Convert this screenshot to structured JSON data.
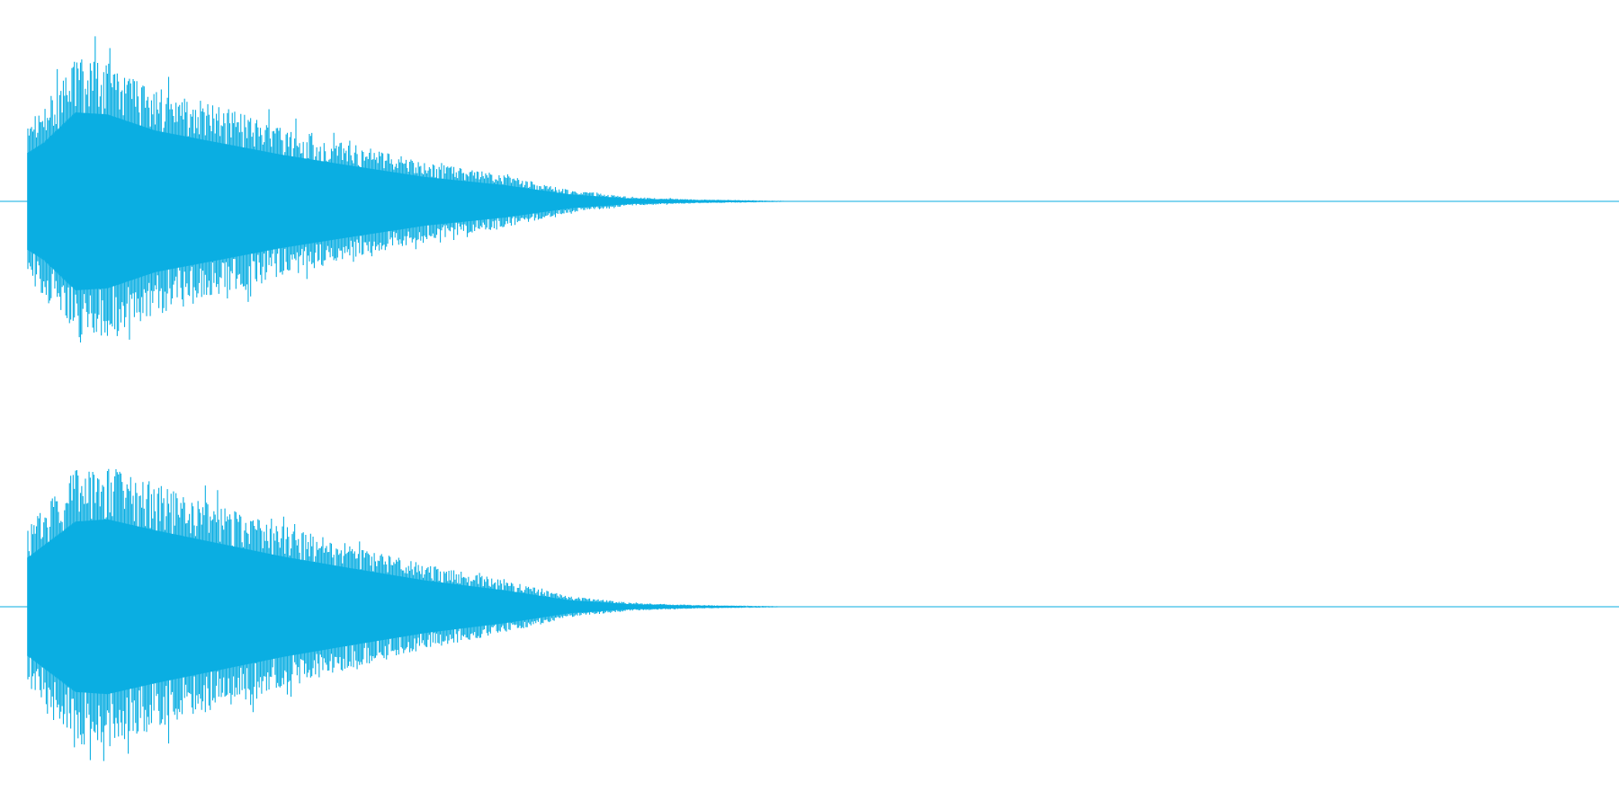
{
  "chart_data": {
    "type": "line",
    "style": "audio-waveform",
    "title": "",
    "xlabel": "",
    "ylabel": "",
    "grid": false,
    "legend": "none",
    "color": "#0aaee2",
    "channels": [
      {
        "label": "",
        "peak": 0.97,
        "envelope": [
          {
            "x": 0.0,
            "amp": 0.48
          },
          {
            "x": 0.01,
            "amp": 0.58
          },
          {
            "x": 0.03,
            "amp": 0.88
          },
          {
            "x": 0.05,
            "amp": 0.86
          },
          {
            "x": 0.08,
            "amp": 0.7
          },
          {
            "x": 0.12,
            "amp": 0.58
          },
          {
            "x": 0.16,
            "amp": 0.46
          },
          {
            "x": 0.2,
            "amp": 0.36
          },
          {
            "x": 0.25,
            "amp": 0.24
          },
          {
            "x": 0.3,
            "amp": 0.16
          },
          {
            "x": 0.34,
            "amp": 0.07
          },
          {
            "x": 0.38,
            "amp": 0.025
          },
          {
            "x": 0.42,
            "amp": 0.012
          },
          {
            "x": 0.46,
            "amp": 0.006
          },
          {
            "x": 0.49,
            "amp": 0.0
          },
          {
            "x": 1.0,
            "amp": 0.0
          }
        ]
      },
      {
        "label": "",
        "peak": 1.0,
        "envelope": [
          {
            "x": 0.0,
            "amp": 0.45
          },
          {
            "x": 0.01,
            "amp": 0.56
          },
          {
            "x": 0.03,
            "amp": 0.78
          },
          {
            "x": 0.05,
            "amp": 0.8
          },
          {
            "x": 0.08,
            "amp": 0.7
          },
          {
            "x": 0.12,
            "amp": 0.58
          },
          {
            "x": 0.16,
            "amp": 0.46
          },
          {
            "x": 0.2,
            "amp": 0.36
          },
          {
            "x": 0.25,
            "amp": 0.24
          },
          {
            "x": 0.3,
            "amp": 0.15
          },
          {
            "x": 0.34,
            "amp": 0.06
          },
          {
            "x": 0.38,
            "amp": 0.022
          },
          {
            "x": 0.42,
            "amp": 0.01
          },
          {
            "x": 0.46,
            "amp": 0.005
          },
          {
            "x": 0.49,
            "amp": 0.0
          },
          {
            "x": 1.0,
            "amp": 0.0
          }
        ]
      }
    ]
  }
}
